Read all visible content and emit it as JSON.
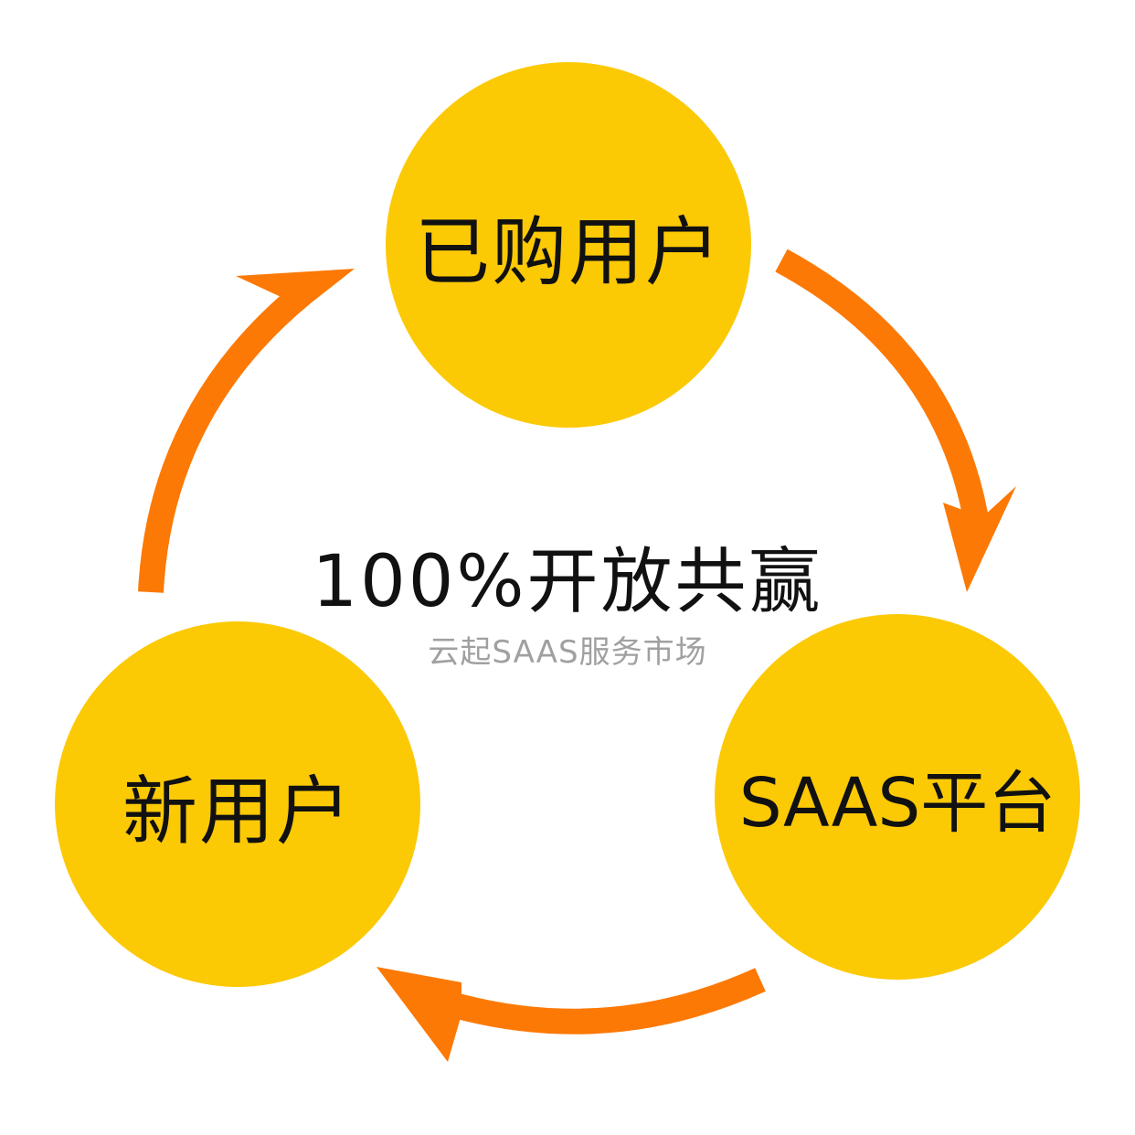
{
  "diagram": {
    "nodes": [
      {
        "id": "purchased-users",
        "label": "已购用户"
      },
      {
        "id": "saas-platform",
        "label": "SAAS平台"
      },
      {
        "id": "new-users",
        "label": "新用户"
      }
    ],
    "cycle": [
      "purchased-users",
      "saas-platform",
      "new-users",
      "purchased-users"
    ],
    "center": {
      "title": "100%开放共赢",
      "subtitle": "云起SAAS服务市场"
    },
    "colors": {
      "node_fill": "#FCC905",
      "arrow": "#FC7905",
      "title_text": "#111111",
      "subtitle_text": "#A0A0A0",
      "background": "#FFFFFF"
    }
  }
}
